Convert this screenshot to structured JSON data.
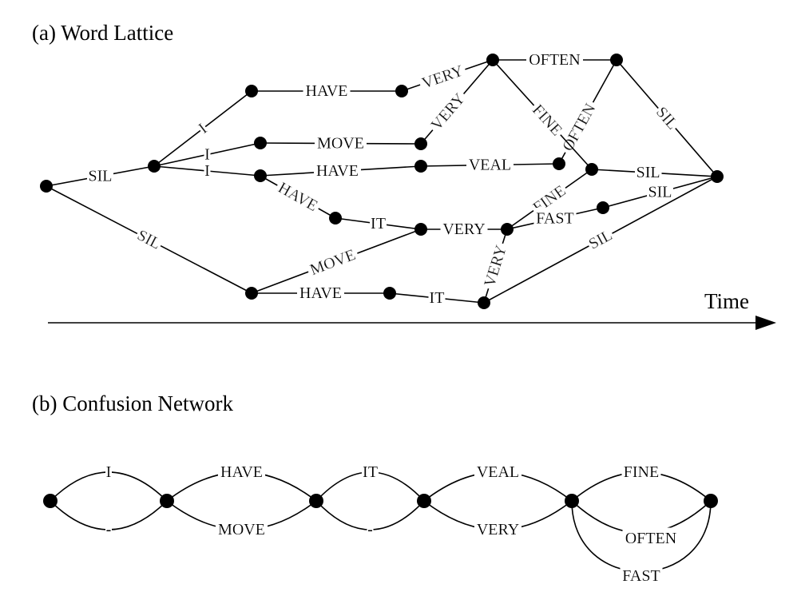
{
  "lattice": {
    "title": "(a) Word Lattice",
    "time_label": "Time",
    "edges": {
      "e1": "SIL",
      "e2": "SIL",
      "e3": "I",
      "e4": "I",
      "e5": "I",
      "e6": "HAVE",
      "e7": "VERY",
      "e8": "MOVE",
      "e9": "VERY",
      "e10": "HAVE",
      "e11": "VEAL",
      "e12": "OFTEN",
      "e13": "HAVE",
      "e14": "IT",
      "e15": "VERY",
      "e16": "MOVE",
      "e17": "HAVE",
      "e18": "IT",
      "e19": "VERY",
      "e20": "OFTEN",
      "e21": "FINE",
      "e22": "SIL",
      "e23": "SIL",
      "e24": "FINE",
      "e25": "FAST",
      "e26": "SIL",
      "e27": "SIL"
    }
  },
  "confusion": {
    "title": "(b) Confusion Network",
    "slots": [
      {
        "top": "I",
        "bottom": "-"
      },
      {
        "top": "HAVE",
        "bottom": "MOVE"
      },
      {
        "top": "IT",
        "bottom": "-"
      },
      {
        "top": "VEAL",
        "bottom": "VERY"
      },
      {
        "top": "FINE",
        "middle": "OFTEN",
        "bottom": "FAST"
      }
    ]
  }
}
